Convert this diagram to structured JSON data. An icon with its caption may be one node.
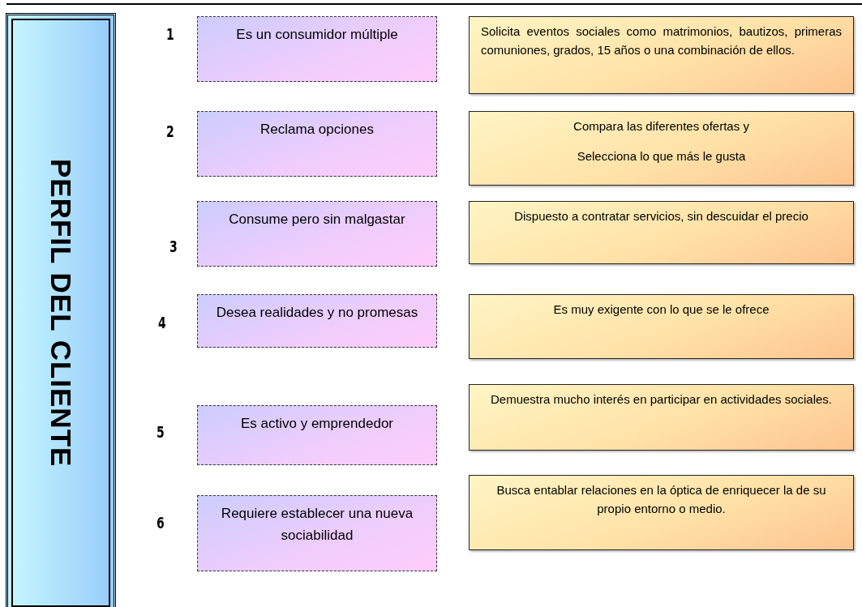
{
  "diagram": {
    "nodes": [
      {
        "text": [
          "PERFIL DEL CLIENTE"
        ]
      },
      {
        "text": [
          "Es un consumidor múltiple"
        ],
        "beside": [
          "1"
        ]
      },
      {
        "text": [
          "Solicita eventos sociales como matrimonios, bautizos,  primeras comuniones, grados, 15 años o una combinación de ellos."
        ]
      },
      {
        "text": [
          "Reclama opciones"
        ],
        "beside": [
          "2"
        ]
      },
      {
        "text": [
          "Compara las diferentes ofertas y",
          "Selecciona lo que más le gusta"
        ]
      },
      {
        "text": [
          "Consume pero sin malgastar"
        ],
        "beside": [
          "3"
        ]
      },
      {
        "text": [
          "Dispuesto a contratar servicios, sin descuidar el precio"
        ]
      },
      {
        "text": [
          "Desea realidades y no promesas"
        ],
        "beside": [
          "4"
        ]
      },
      {
        "text": [
          "Es muy exigente con lo que se le ofrece"
        ]
      },
      {
        "text": [
          "Es activo y emprendedor"
        ],
        "beside": [
          "5"
        ]
      },
      {
        "text": [
          "Demuestra mucho interés en participar en actividades sociales."
        ]
      },
      {
        "text": [
          "Requiere establecer una nueva sociabilidad"
        ],
        "beside": [
          "6"
        ]
      },
      {
        "text": [
          "Busca entablar relaciones en la óptica de enriquecer la de su propio entorno o medio."
        ]
      }
    ]
  }
}
